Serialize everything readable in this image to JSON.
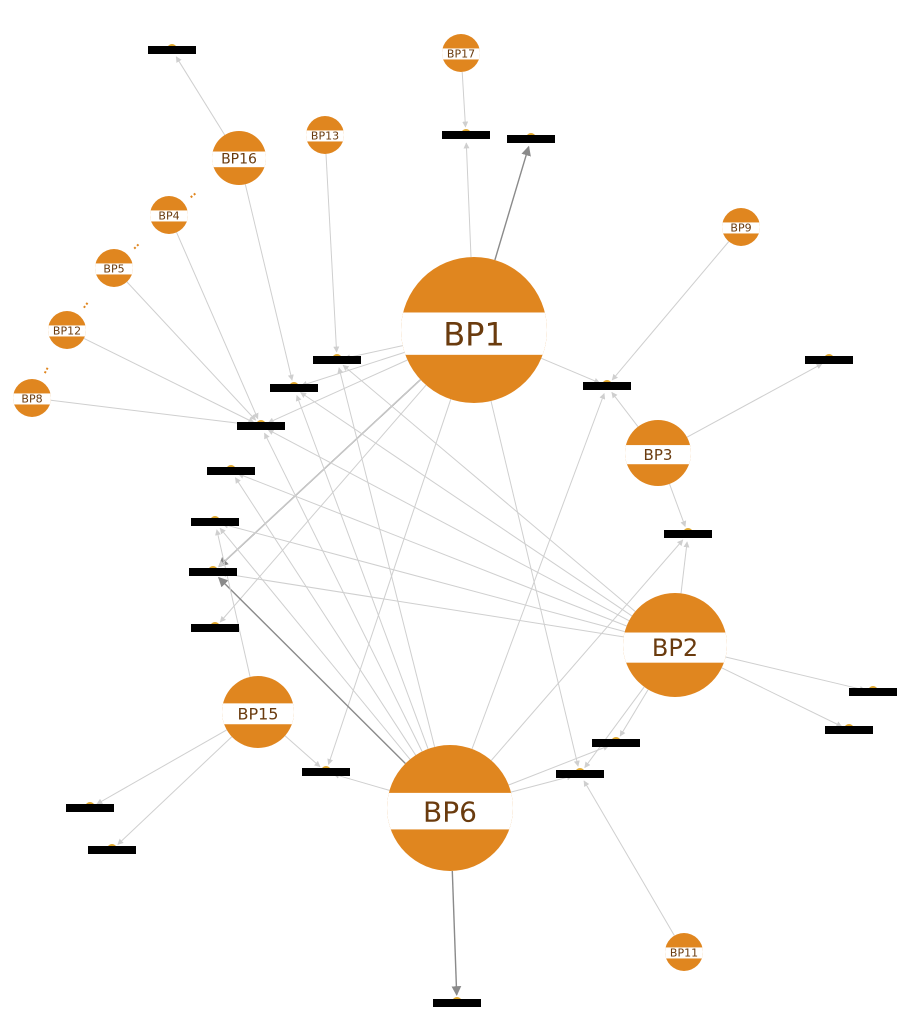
{
  "colors": {
    "node_fill": "#e0861f",
    "node_band": "#ffffff",
    "node_text": "#6a3b0e",
    "target_bar": "#000000",
    "target_dot": "#e0a82e",
    "edge_light": "#cfcfcf",
    "edge_dark": "#8a8a8a"
  },
  "nodes": [
    {
      "id": "BP1",
      "label": "BP1"
    },
    {
      "id": "BP2",
      "label": "BP2"
    },
    {
      "id": "BP3",
      "label": "BP3"
    },
    {
      "id": "BP4",
      "label": "BP4"
    },
    {
      "id": "BP5",
      "label": "BP5"
    },
    {
      "id": "BP6",
      "label": "BP6"
    },
    {
      "id": "BP8",
      "label": "BP8"
    },
    {
      "id": "BP9",
      "label": "BP9"
    },
    {
      "id": "BP11",
      "label": "BP11"
    },
    {
      "id": "BP12",
      "label": "BP12"
    },
    {
      "id": "BP13",
      "label": "BP13"
    },
    {
      "id": "BP15",
      "label": "BP15"
    },
    {
      "id": "BP16",
      "label": "BP16"
    },
    {
      "id": "BP17",
      "label": "BP17"
    }
  ],
  "targets": [
    "t1",
    "t2",
    "t3",
    "t4",
    "t5",
    "t6",
    "t7",
    "t8",
    "t9",
    "t10",
    "t11",
    "t12",
    "t13",
    "t14",
    "t15",
    "t16",
    "t17",
    "t18",
    "t19",
    "t20",
    "t21",
    "t22",
    "t23"
  ],
  "edges": [
    {
      "from": "BP16",
      "to": "t1"
    },
    {
      "from": "BP17",
      "to": "t2"
    },
    {
      "from": "BP1",
      "to": "t3",
      "strong": true
    },
    {
      "from": "BP1",
      "to": "t2"
    },
    {
      "from": "BP9",
      "to": "t6"
    },
    {
      "from": "BP13",
      "to": "t4"
    },
    {
      "from": "BP16",
      "to": "t5"
    },
    {
      "from": "BP4",
      "to": "t8"
    },
    {
      "from": "BP5",
      "to": "t8"
    },
    {
      "from": "BP12",
      "to": "t8"
    },
    {
      "from": "BP8",
      "to": "t8"
    },
    {
      "from": "BP1",
      "to": "t4"
    },
    {
      "from": "BP1",
      "to": "t5"
    },
    {
      "from": "BP1",
      "to": "t8"
    },
    {
      "from": "BP1",
      "to": "t6"
    },
    {
      "from": "BP1",
      "to": "t11",
      "strong": true
    },
    {
      "from": "BP1",
      "to": "t13"
    },
    {
      "from": "BP1",
      "to": "t16"
    },
    {
      "from": "BP1",
      "to": "t17"
    },
    {
      "from": "BP1",
      "to": "t20"
    },
    {
      "from": "BP3",
      "to": "t6"
    },
    {
      "from": "BP3",
      "to": "t7"
    },
    {
      "from": "BP3",
      "to": "t9"
    },
    {
      "from": "BP2",
      "to": "t9"
    },
    {
      "from": "BP2",
      "to": "t4"
    },
    {
      "from": "BP2",
      "to": "t5"
    },
    {
      "from": "BP2",
      "to": "t8"
    },
    {
      "from": "BP2",
      "to": "t10"
    },
    {
      "from": "BP2",
      "to": "t11"
    },
    {
      "from": "BP2",
      "to": "t12"
    },
    {
      "from": "BP2",
      "to": "t14"
    },
    {
      "from": "BP2",
      "to": "t15"
    },
    {
      "from": "BP2",
      "to": "t18"
    },
    {
      "from": "BP2",
      "to": "t17"
    },
    {
      "from": "BP6",
      "to": "t11",
      "strong": true
    },
    {
      "from": "BP6",
      "to": "t4"
    },
    {
      "from": "BP6",
      "to": "t5"
    },
    {
      "from": "BP6",
      "to": "t8"
    },
    {
      "from": "BP6",
      "to": "t10"
    },
    {
      "from": "BP6",
      "to": "t12"
    },
    {
      "from": "BP6",
      "to": "t6"
    },
    {
      "from": "BP6",
      "to": "t9"
    },
    {
      "from": "BP6",
      "to": "t16"
    },
    {
      "from": "BP6",
      "to": "t17"
    },
    {
      "from": "BP6",
      "to": "t18"
    },
    {
      "from": "BP6",
      "to": "t23",
      "strong": true
    },
    {
      "from": "BP15",
      "to": "t12"
    },
    {
      "from": "BP15",
      "to": "t16"
    },
    {
      "from": "BP15",
      "to": "t21"
    },
    {
      "from": "BP15",
      "to": "t22"
    },
    {
      "from": "BP11",
      "to": "t17"
    }
  ]
}
